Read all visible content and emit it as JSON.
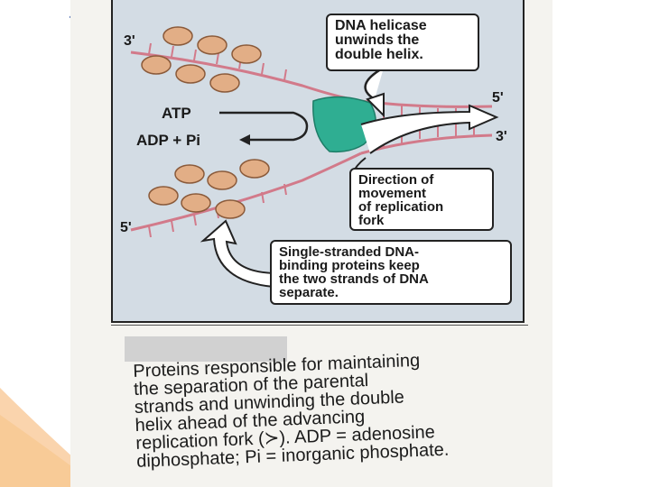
{
  "colors": {
    "figure_bg": "#d3dce4",
    "strand": "#d27a8a",
    "protein_fill": "#e2ae86",
    "helicase": "#2fae92",
    "slide_accent": "#f3a04a"
  },
  "diagram": {
    "strand_labels": {
      "top_left_3": "3'",
      "bottom_left_5": "5'",
      "right_5": "5'",
      "right_3": "3'"
    },
    "atp": "ATP",
    "adp_pi": "ADP + Pi",
    "helicase_box": "DNA helicase\nunwinds the\ndouble helix.",
    "direction_box": "Direction of\nmovement\nof replication\nfork",
    "ssb_box": "Single-stranded DNA-\nbinding proteins keep\nthe two strands of DNA\nseparate."
  },
  "caption": {
    "lines": [
      "Proteins responsible for maintaining",
      "the separation of the parental",
      "strands and unwinding the double",
      "helix ahead of the advancing",
      "replication fork (≻). ADP = adenosine",
      "diphosphate; Pi = inorganic phosphate."
    ]
  }
}
